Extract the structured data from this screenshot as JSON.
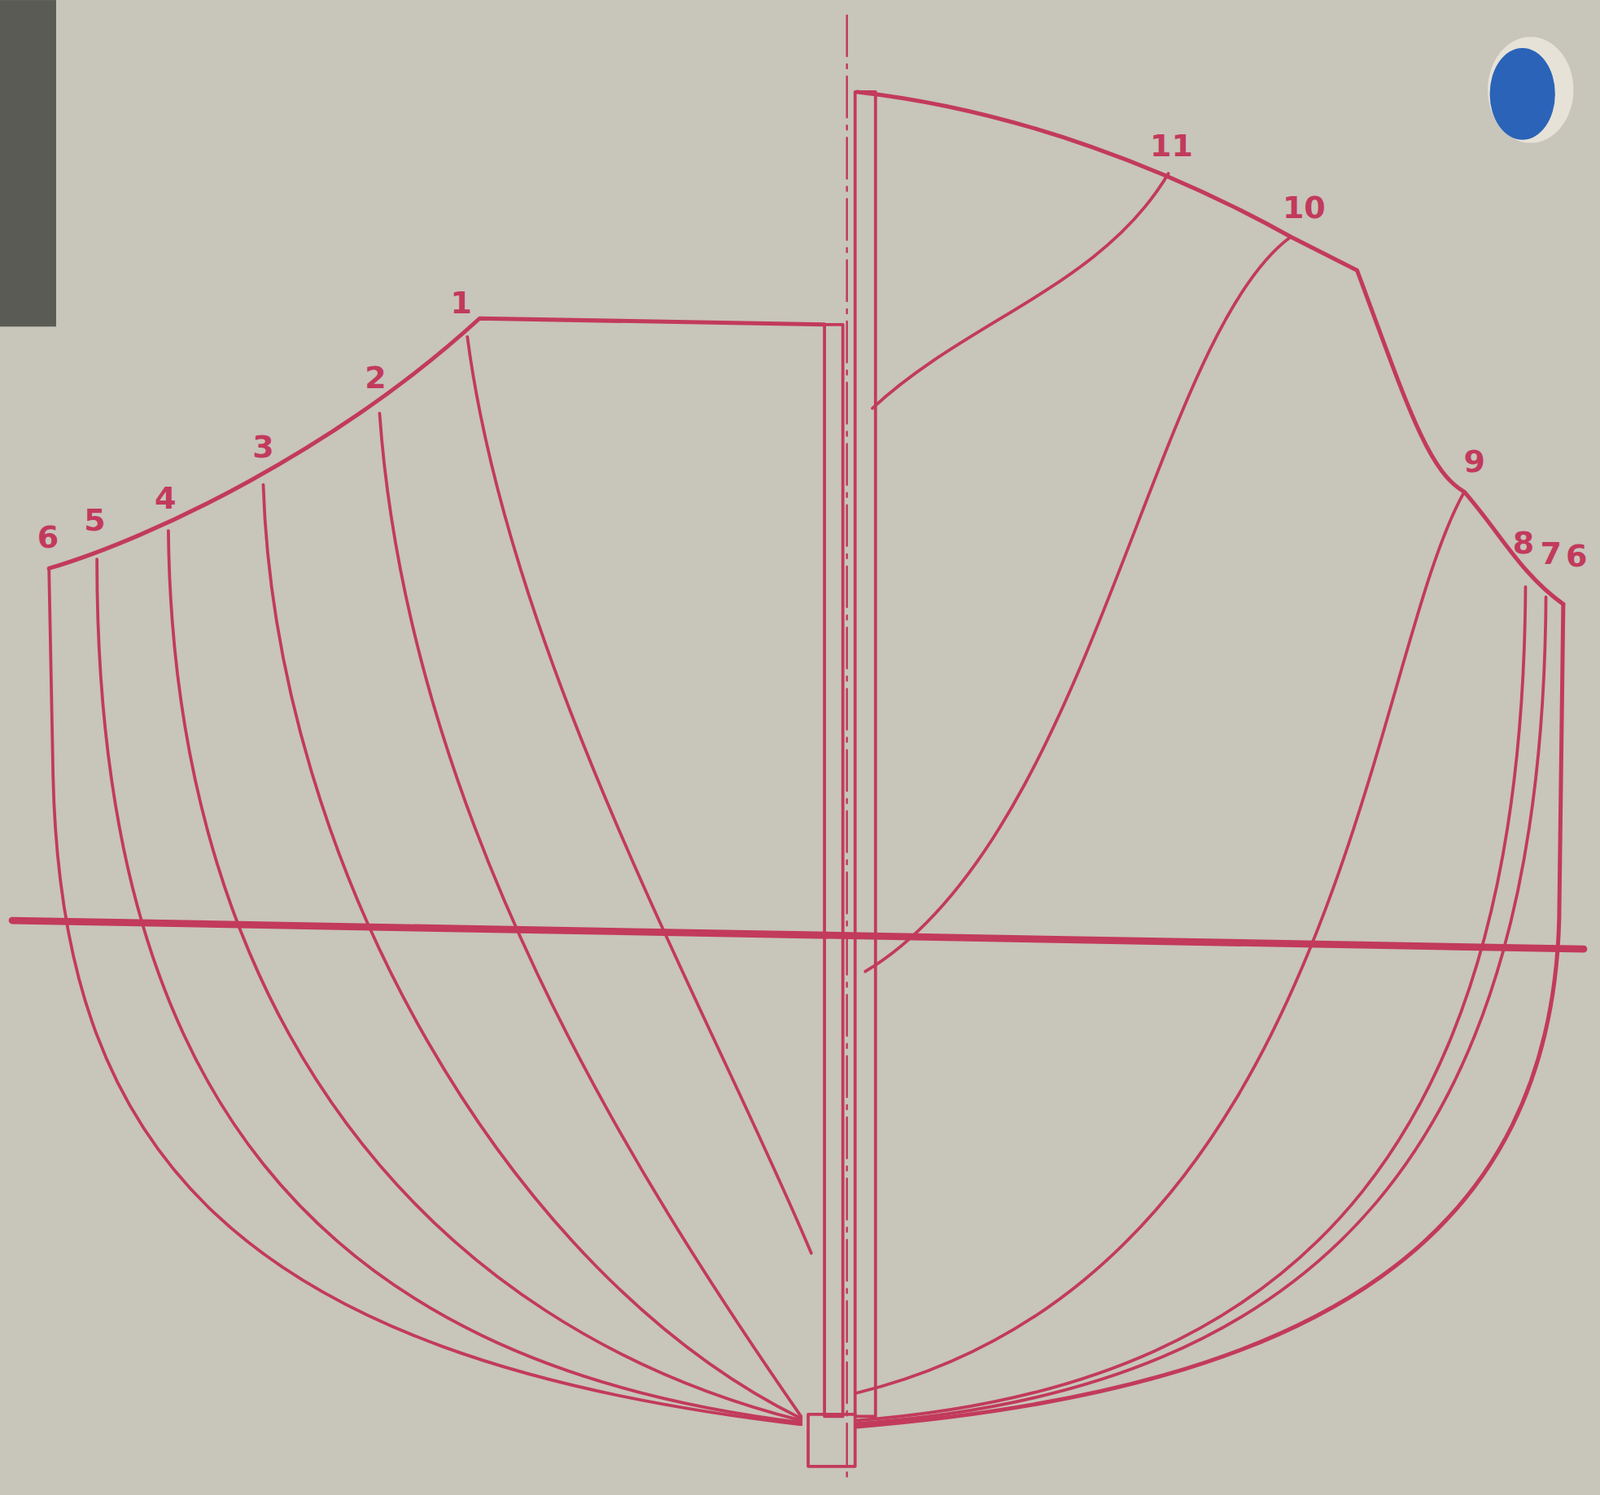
{
  "diagram": {
    "labels": [
      "1",
      "2",
      "3",
      "4",
      "5",
      "6",
      "11",
      "10",
      "9",
      "8",
      "7",
      "6"
    ]
  }
}
